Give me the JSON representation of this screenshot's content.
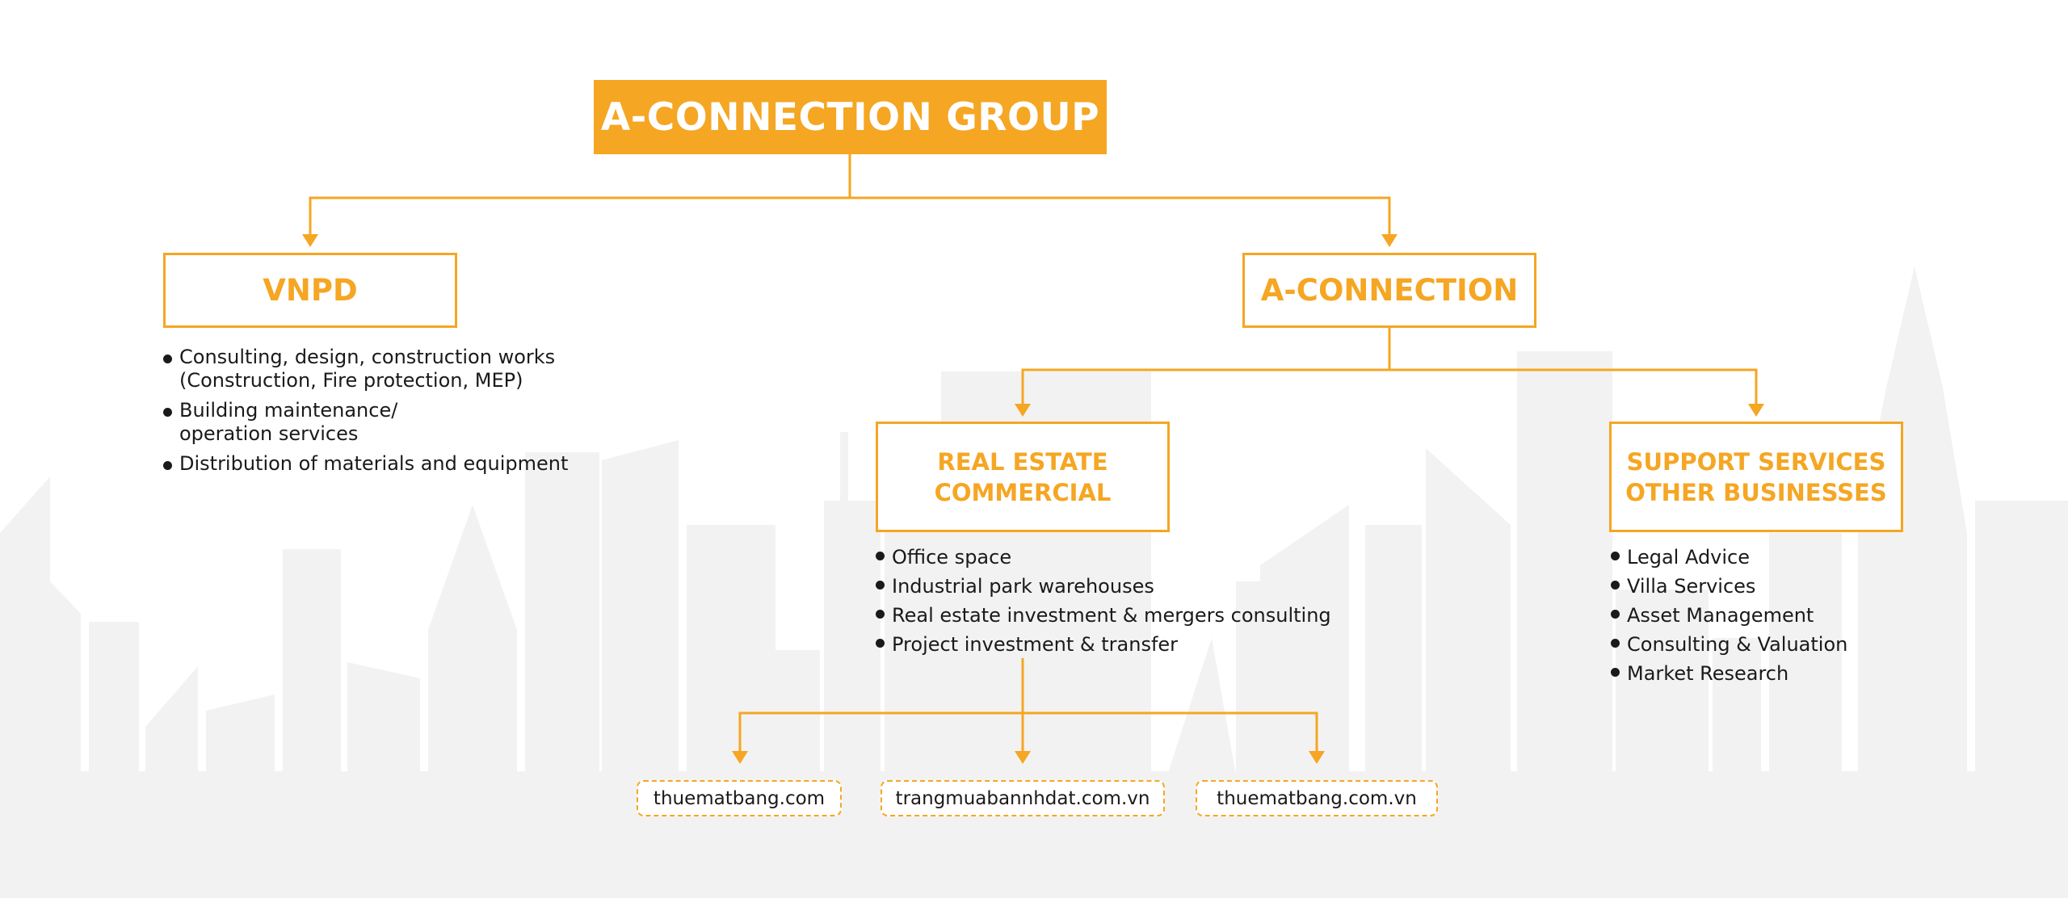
{
  "colors": {
    "accent": "#F5A623",
    "text": "#1a1a1a",
    "skyline": "#f2f2f2",
    "background": "#ffffff"
  },
  "root": {
    "label": "A-CONNECTION GROUP"
  },
  "vnpd": {
    "title": "VNPD",
    "items": [
      {
        "line1": "Consulting, design, construction works",
        "line2": "(Construction, Fire protection, MEP)"
      },
      {
        "line1": "Building maintenance/",
        "line2": "operation services"
      },
      {
        "line1": "Distribution of materials and equipment"
      }
    ]
  },
  "aconnection": {
    "title": "A-CONNECTION"
  },
  "real_estate": {
    "title_line1": "REAL ESTATE",
    "title_line2": "COMMERCIAL",
    "items": [
      "Office space",
      "Industrial park warehouses",
      "Real estate investment & mergers consulting",
      "Project investment & transfer"
    ]
  },
  "support": {
    "title_line1": "SUPPORT SERVICES",
    "title_line2": "OTHER BUSINESSES",
    "items": [
      "Legal Advice",
      "Villa Services",
      "Asset Management",
      "Consulting & Valuation",
      "Market Research"
    ]
  },
  "websites": [
    "thuematbang.com",
    "trangmuabannhdat.com.vn",
    "thuematbang.com.vn"
  ]
}
